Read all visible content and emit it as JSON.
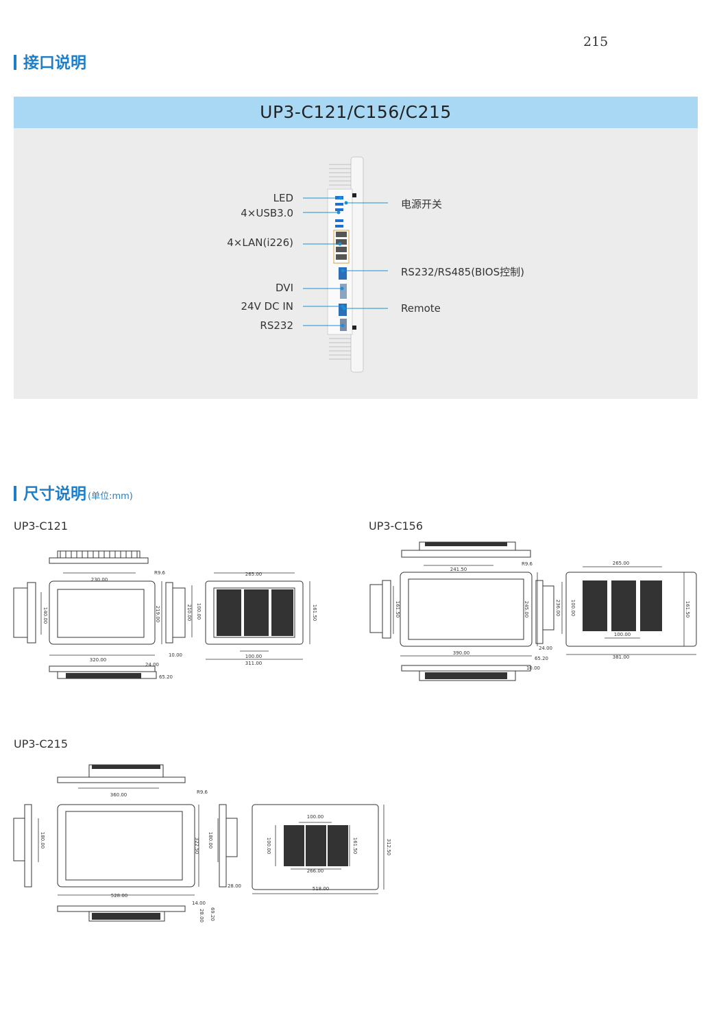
{
  "page_number": "215",
  "interface_section": {
    "title": "接口说明",
    "model_title": "UP3-C121/C156/C215",
    "labels_left": [
      "LED",
      "4×USB3.0",
      "4×LAN(i226)",
      "DVI",
      "24V DC IN",
      "RS232"
    ],
    "labels_right": [
      "电源开关",
      "RS232/RS485(BIOS控制)",
      "Remote"
    ]
  },
  "dimension_section": {
    "title": "尺寸说明",
    "unit": "(单位:mm)",
    "models": [
      {
        "name": "UP3-C121",
        "dims": [
          "230.00",
          "R9.6",
          "320.00",
          "140.00",
          "219.00",
          "210.00",
          "10.00",
          "265.00",
          "100.00",
          "161.50",
          "100.00",
          "311.00",
          "24.00",
          "65.20"
        ]
      },
      {
        "name": "UP3-C156",
        "dims": [
          "241.50",
          "R9.6",
          "390.00",
          "161.50",
          "245.00",
          "236.00",
          "100.00",
          "24.00",
          "65.20",
          "10.00",
          "265.00",
          "100.00",
          "161.50",
          "381.00"
        ]
      },
      {
        "name": "UP3-C215",
        "dims": [
          "360.00",
          "R9.6",
          "528.00",
          "180.00",
          "322.50",
          "180.00",
          "28.00",
          "100.00",
          "100.00",
          "161.50",
          "312.50",
          "266.00",
          "518.00",
          "14.00",
          "28.00",
          "69.20"
        ]
      }
    ]
  },
  "colors": {
    "accent": "#1f7ec8",
    "band": "#a9d8f4",
    "panel": "#ececec",
    "callout_line": "#1a8fd6"
  }
}
